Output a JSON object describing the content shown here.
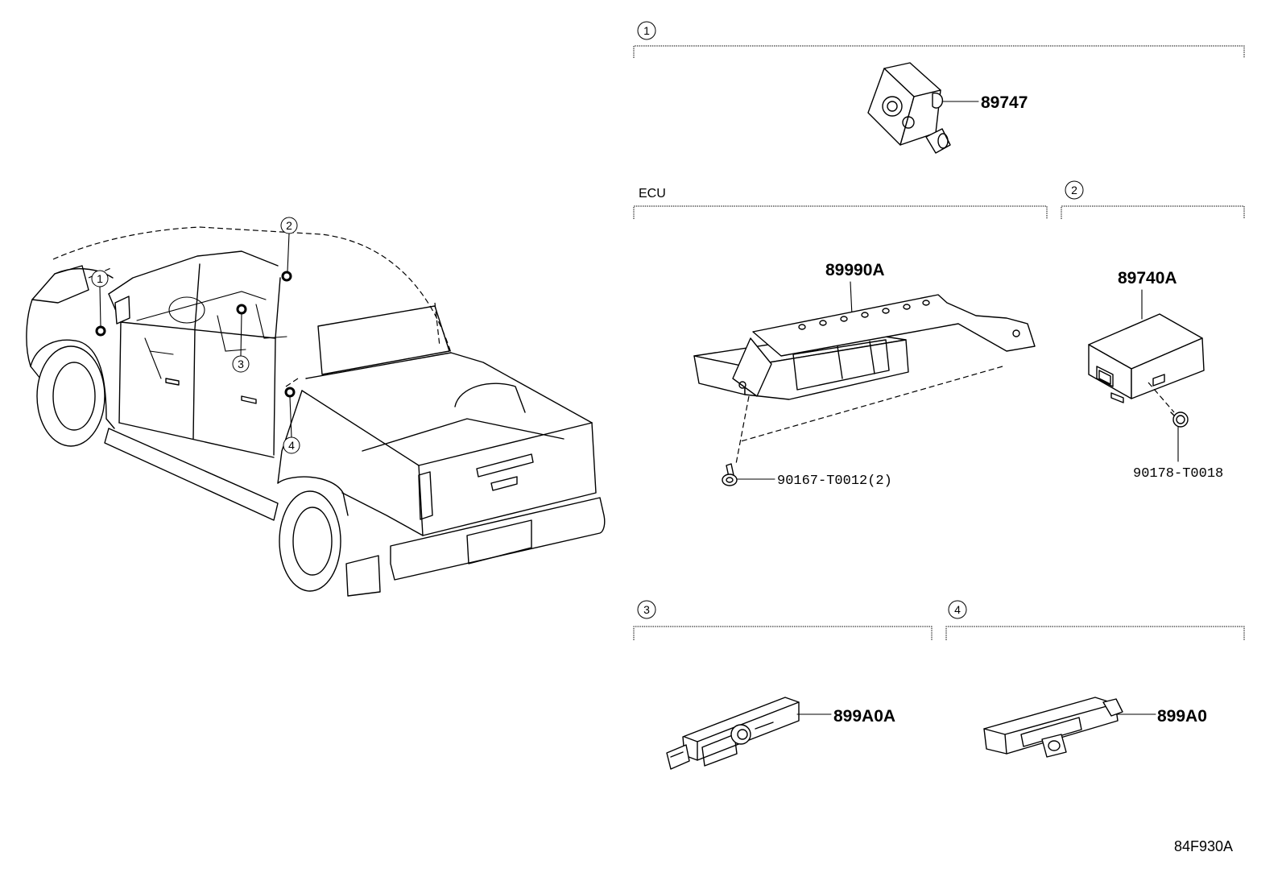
{
  "vehicle": {
    "callouts": [
      "1",
      "2",
      "3",
      "4"
    ]
  },
  "sections": [
    {
      "callout": "1",
      "parts": [
        {
          "number": "89747"
        }
      ]
    },
    {
      "label": "ECU",
      "parts": [
        {
          "number": "89990A"
        },
        {
          "number": "90167-T0012(2)"
        }
      ]
    },
    {
      "callout": "2",
      "parts": [
        {
          "number": "89740A"
        },
        {
          "number": "90178-T0018"
        }
      ]
    },
    {
      "callout": "3",
      "parts": [
        {
          "number": "899A0A"
        }
      ]
    },
    {
      "callout": "4",
      "parts": [
        {
          "number": "899A0"
        }
      ]
    }
  ],
  "figure_code": "84F930A"
}
